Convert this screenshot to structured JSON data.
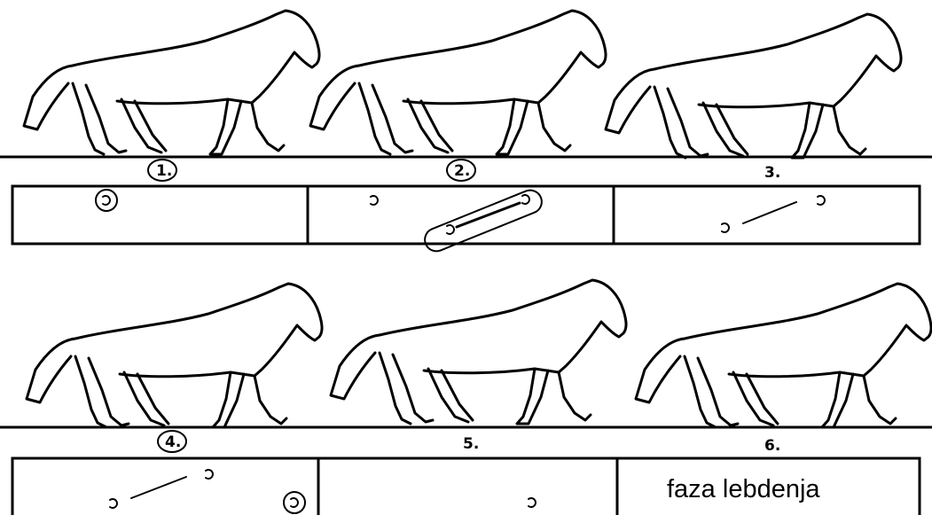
{
  "frames": [
    {
      "label": "1.",
      "circled": true
    },
    {
      "label": "2.",
      "circled": true
    },
    {
      "label": "3.",
      "circled": false
    },
    {
      "label": "4.",
      "circled": true
    },
    {
      "label": "5.",
      "circled": false
    },
    {
      "label": "6.",
      "circled": false
    }
  ],
  "caption": "faza lebdenja",
  "colors": {
    "ink": "#000000",
    "background": "#ffffff"
  }
}
